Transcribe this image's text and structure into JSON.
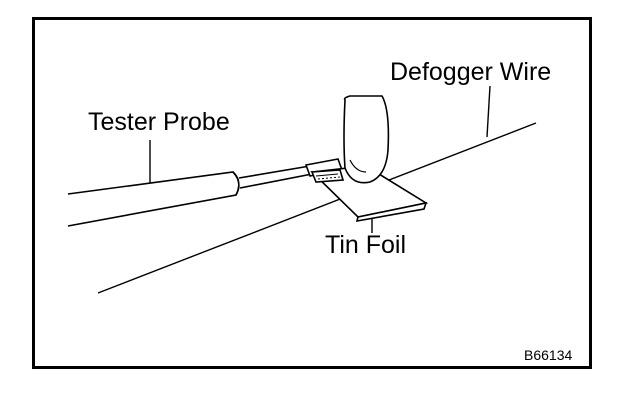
{
  "labels": {
    "defogger_wire": "Defogger Wire",
    "tester_probe": "Tester Probe",
    "tin_foil": "Tin Foil",
    "figure_code": "B66134"
  }
}
